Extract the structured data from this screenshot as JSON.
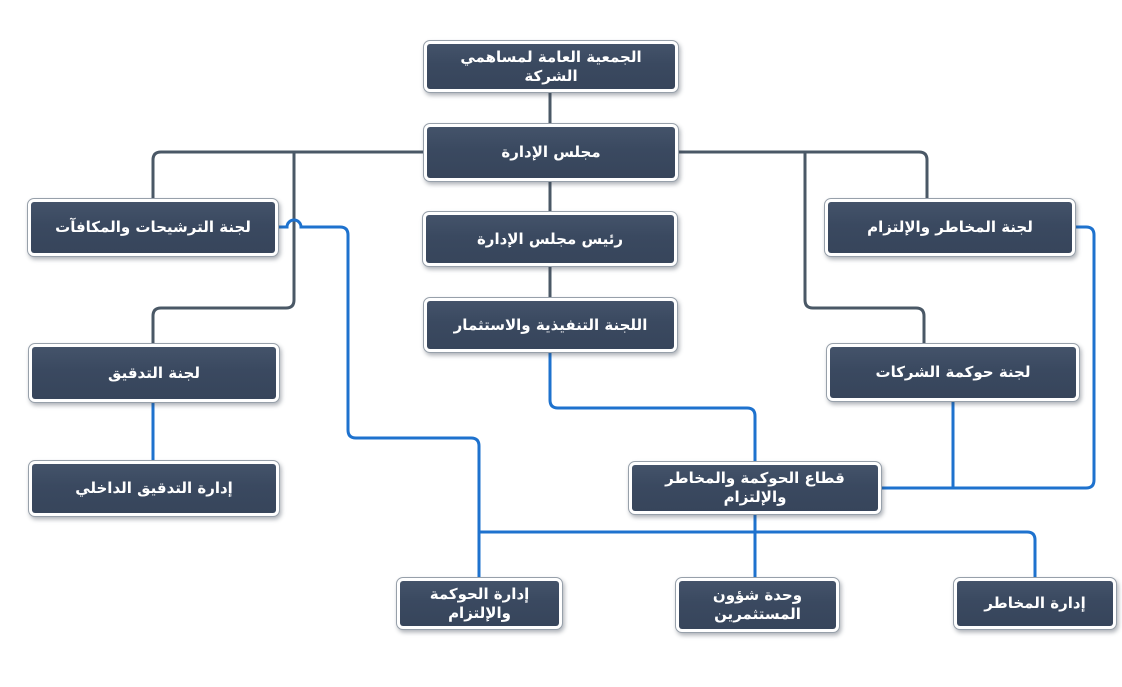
{
  "diagram": {
    "type": "org-chart",
    "language": "ar",
    "direction": "rtl",
    "nodes": {
      "general_assembly": {
        "label": "الجمعية العامة لمساهمي الشركة"
      },
      "board": {
        "label": "مجلس الإدارة"
      },
      "chairman": {
        "label": "رئيس مجلس الإدارة"
      },
      "exec_investment_committee": {
        "label": "اللجنة التنفيذية والاستثمار"
      },
      "nomination_remuneration_committee": {
        "label": "لجنة الترشيحات والمكافآت"
      },
      "risk_compliance_committee": {
        "label": "لجنة المخاطر والإلتزام"
      },
      "audit_committee": {
        "label": "لجنة التدقيق"
      },
      "corporate_governance_committee": {
        "label": "لجنة حوكمة الشركات"
      },
      "internal_audit_dept": {
        "label": "إدارة التدقيق الداخلي"
      },
      "grc_sector": {
        "label": "قطاع الحوكمة والمخاطر والإلتزام"
      },
      "governance_compliance_dept": {
        "label": "إدارة الحوكمة والإلتزام"
      },
      "investor_affairs_unit": {
        "label": "وحدة شؤون المستثمرين"
      },
      "risk_dept": {
        "label": "إدارة المخاطر"
      }
    },
    "edges": [
      {
        "from": "general_assembly",
        "to": "board",
        "color": "dark"
      },
      {
        "from": "board",
        "to": "chairman",
        "color": "dark"
      },
      {
        "from": "chairman",
        "to": "exec_investment_committee",
        "color": "dark"
      },
      {
        "from": "board",
        "to": "nomination_remuneration_committee",
        "color": "dark"
      },
      {
        "from": "board",
        "to": "audit_committee",
        "color": "dark"
      },
      {
        "from": "board",
        "to": "risk_compliance_committee",
        "color": "dark"
      },
      {
        "from": "board",
        "to": "corporate_governance_committee",
        "color": "dark"
      },
      {
        "from": "nomination_remuneration_committee",
        "to": "governance_compliance_dept",
        "color": "blue"
      },
      {
        "from": "exec_investment_committee",
        "to": "grc_sector",
        "color": "blue"
      },
      {
        "from": "risk_compliance_committee",
        "to": "grc_sector",
        "color": "blue"
      },
      {
        "from": "corporate_governance_committee",
        "to": "grc_sector",
        "color": "blue"
      },
      {
        "from": "audit_committee",
        "to": "internal_audit_dept",
        "color": "blue"
      },
      {
        "from": "grc_sector",
        "to": "governance_compliance_dept",
        "color": "blue"
      },
      {
        "from": "grc_sector",
        "to": "investor_affairs_unit",
        "color": "blue"
      },
      {
        "from": "grc_sector",
        "to": "risk_dept",
        "color": "blue"
      }
    ],
    "colors": {
      "box_fill": "#3b4960",
      "box_border": "#97a0aa",
      "connector_dark": "#4a5866",
      "connector_blue": "#1e72ce",
      "text": "#ffffff",
      "background": "#ffffff"
    }
  }
}
